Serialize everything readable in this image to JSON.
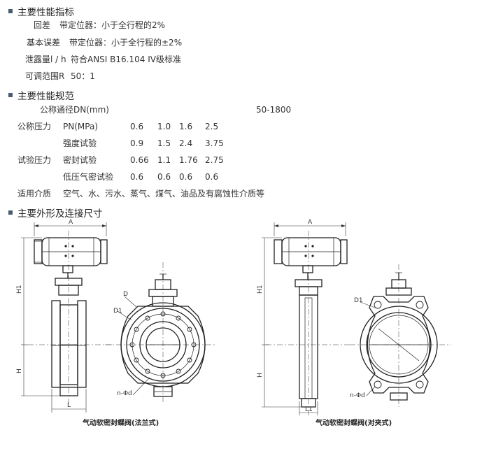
{
  "sections": {
    "performance_indicators": "主要性能指标",
    "performance_specs": "主要性能规范",
    "dimensions": "主要外形及连接尺寸"
  },
  "indicators": [
    {
      "label": "回差",
      "value": "带定位器：小于全行程的2%"
    },
    {
      "label": "基本误差",
      "value": "带定位器：小于全行程的±2%"
    },
    {
      "label": "泄露量l / h",
      "value": "符合ANSI B16.104 IV级标准"
    },
    {
      "label": "可调范围R",
      "value": "50：1"
    }
  ],
  "specs": {
    "dn_label": "公称通径DN(mm)",
    "dn_value": "50-1800",
    "pn_group": "公称压力",
    "pn_label": "PN(MPa)",
    "pn_values": [
      "0.6",
      "1.0",
      "1.6",
      "2.5"
    ],
    "test_group": "试验压力",
    "strength_label": "强度试验",
    "strength_values": [
      "0.9",
      "1.5",
      "2.4",
      "3.75"
    ],
    "seal_label": "密封试验",
    "seal_values": [
      "0.66",
      "1.1",
      "1.76",
      "2.75"
    ],
    "lowgas_label": "低压气密试验",
    "lowgas_values": [
      "0.6",
      "0.6",
      "0.6",
      "0.6"
    ],
    "medium_label": "适用介质",
    "medium_value": "空气、水、污水、蒸气、煤气、油品及有腐蚀性介质等"
  },
  "drawing": {
    "left_caption": "气动软密封蝶阀(法兰式)",
    "right_caption": "气动软密封蝶阀(对夹式)",
    "dim_A": "A",
    "dim_H1": "H1",
    "dim_H": "H",
    "dim_L": "L",
    "dim_L1": "L1",
    "dim_D": "D",
    "dim_D1": "D1",
    "dim_n": "n-Φd"
  }
}
